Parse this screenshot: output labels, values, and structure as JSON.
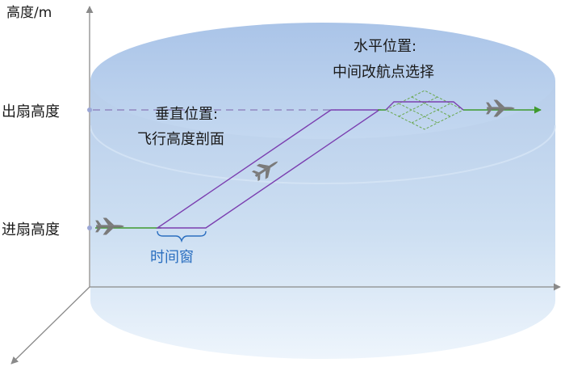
{
  "axis": {
    "y_label": "高度/m",
    "exit_height_label": "出扇高度",
    "entry_height_label": "进扇高度"
  },
  "annotations": {
    "vertical_line1": "垂直位置:",
    "vertical_line2": "飞行高度剖面",
    "horizontal_line1": "水平位置:",
    "horizontal_line2": "中间改航点选择",
    "time_window": "时间窗"
  },
  "colors": {
    "cylinder_fill": "#c9dcf2",
    "cylinder_top": "#b6cfee",
    "profile_purple": "#7b3fb0",
    "track_green": "#3f9a2e",
    "grid_green": "#6aa84f",
    "axis_gray": "#8a8a8a",
    "aircraft_gray": "#7a7a7a",
    "time_window_blue": "#2b6fc0"
  },
  "icons": [
    "aircraft-icon"
  ]
}
